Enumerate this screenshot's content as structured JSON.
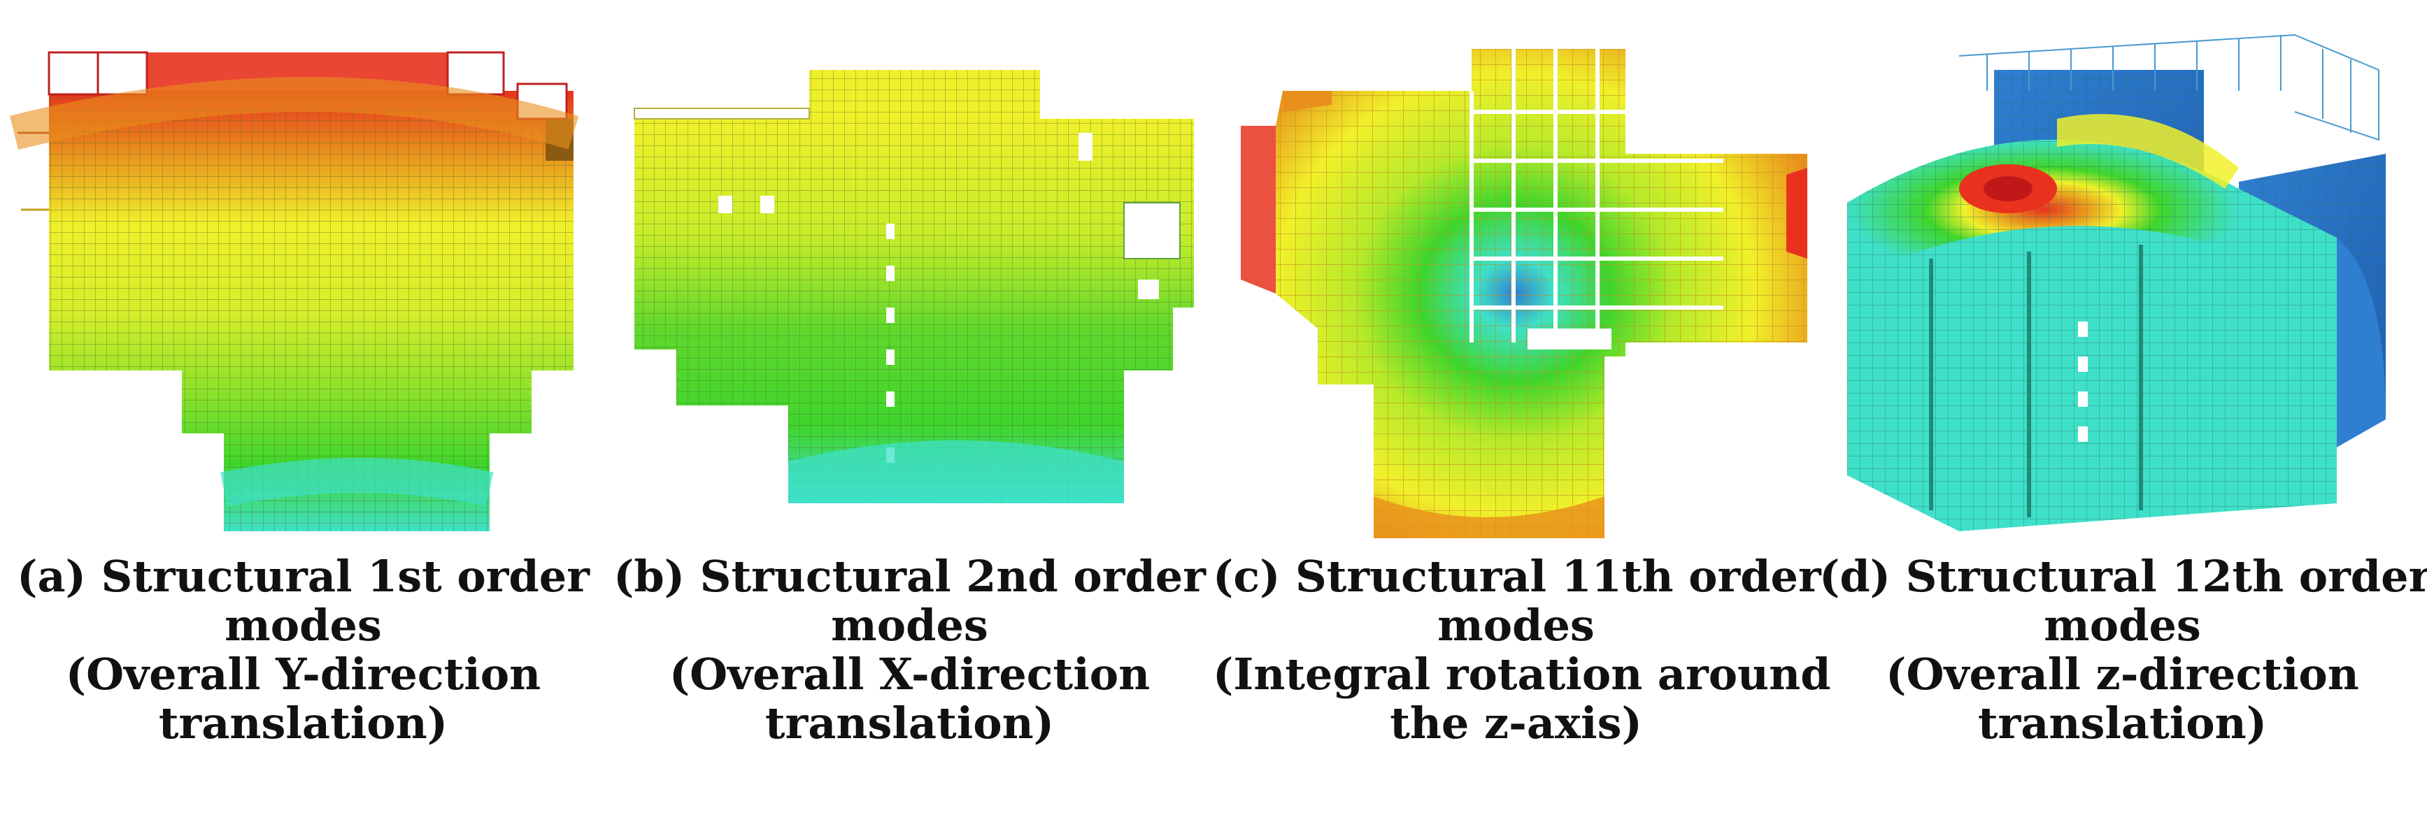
{
  "figure": {
    "panels": [
      {
        "id": "a",
        "caption_line1": "(a) Structural 1st order",
        "caption_line2": "modes",
        "caption_line3": "(Overall Y-direction",
        "caption_line4": "translation)"
      },
      {
        "id": "b",
        "caption_line1": "(b) Structural 2nd order",
        "caption_line2": "modes",
        "caption_line3": "(Overall X-direction",
        "caption_line4": "translation)"
      },
      {
        "id": "c",
        "caption_line1": "(c) Structural 11th order",
        "caption_line2": "modes",
        "caption_line3": "(Integral rotation around",
        "caption_line4": "the z-axis)"
      },
      {
        "id": "d",
        "caption_line1": "(d) Structural 12th order",
        "caption_line2": "modes",
        "caption_line3": "(Overall z-direction",
        "caption_line4": "translation)"
      }
    ],
    "contour_colors": {
      "red": "#e8321e",
      "orange": "#e9901c",
      "yellow": "#f0f02a",
      "lime": "#b6ea2a",
      "green": "#3fd52c",
      "cyan": "#3fe0c8",
      "blue": "#2f7fd0"
    }
  }
}
